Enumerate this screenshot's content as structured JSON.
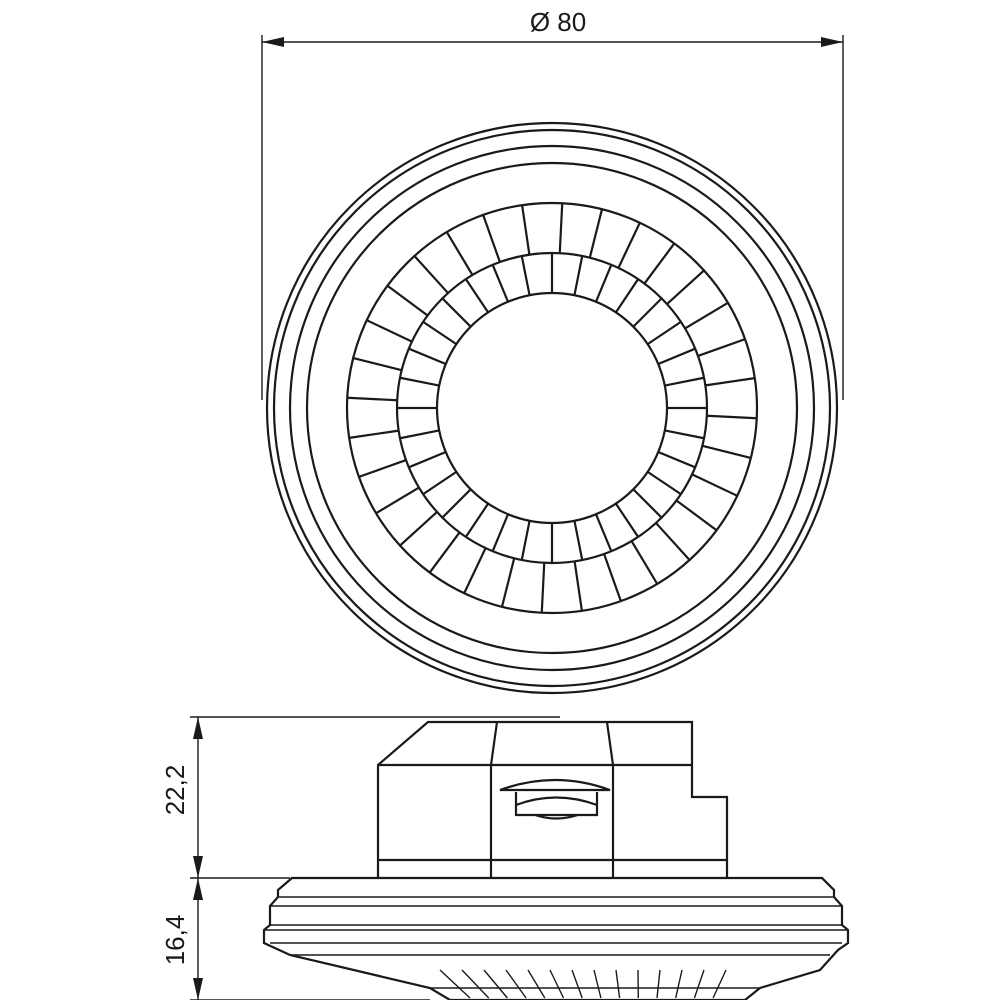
{
  "dimensions": {
    "diameter_label": "Ø 80",
    "upper_height_label": "22,2",
    "lower_height_label": "16,4"
  },
  "views": {
    "top_view": {
      "outer_segments": 32,
      "inner_segments": 32
    },
    "side_view": {}
  },
  "colors": {
    "line": "#1a1a1a",
    "background": "#ffffff"
  }
}
